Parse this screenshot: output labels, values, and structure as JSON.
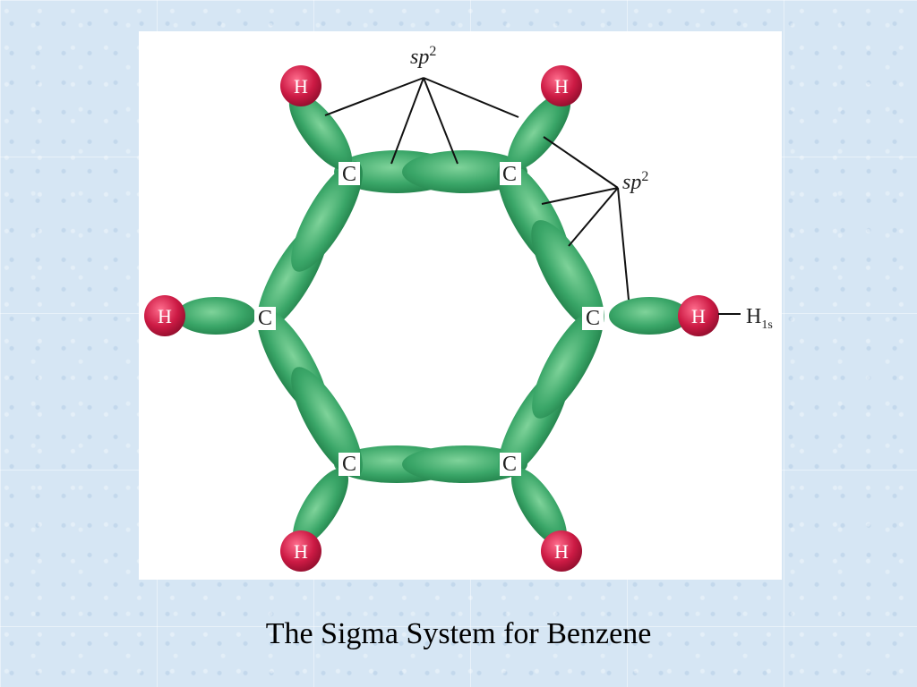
{
  "caption": "The Sigma System for Benzene",
  "diagram": {
    "labels": {
      "carbon": "C",
      "hydrogen": "H",
      "hybrid_top": "sp",
      "hybrid_top_sup": "2",
      "hybrid_right": "sp",
      "hybrid_right_sup": "2",
      "h1s_main": "H",
      "h1s_sub": "1s"
    },
    "colors": {
      "lobe_green": "#3aa668",
      "lobe_dark": "#1e7a45",
      "hydrogen_red": "#cc1a44",
      "line": "#111111"
    }
  }
}
